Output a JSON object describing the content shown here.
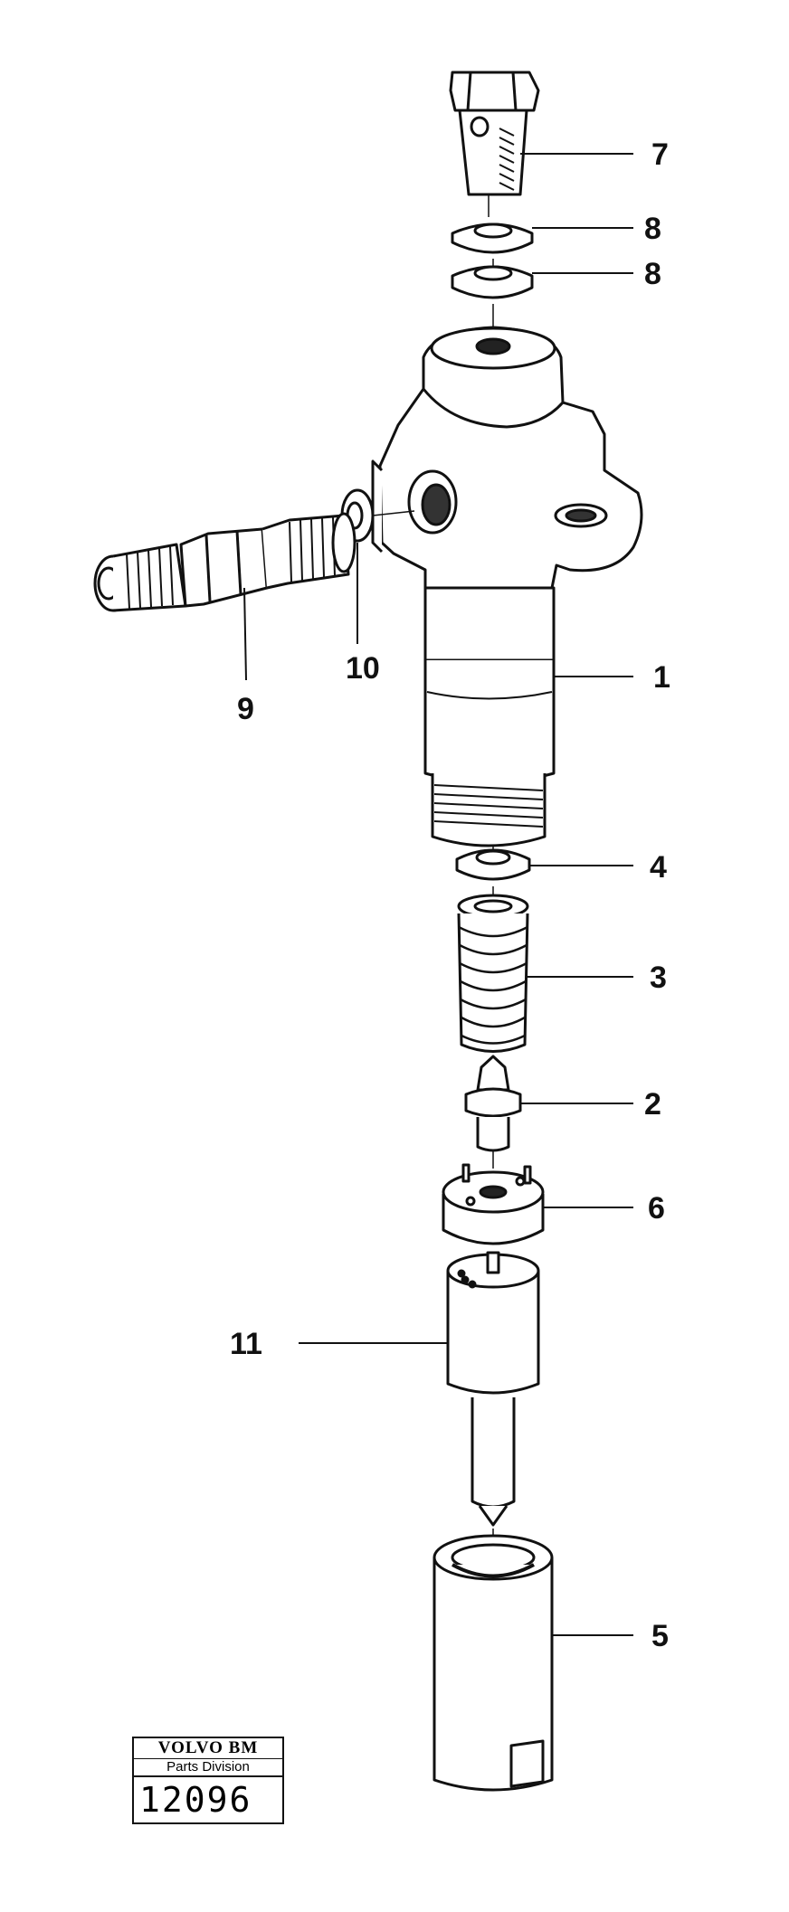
{
  "callouts": {
    "c7": "7",
    "c8a": "8",
    "c8b": "8",
    "c10": "10",
    "c9": "9",
    "c1": "1",
    "c4": "4",
    "c3": "3",
    "c2": "2",
    "c6": "6",
    "c11": "11",
    "c5": "5"
  },
  "stamp": {
    "brand": "VOLVO BM",
    "division": "Parts Division",
    "number": "12096"
  },
  "colors": {
    "ink": "#111111",
    "paper": "#ffffff"
  }
}
